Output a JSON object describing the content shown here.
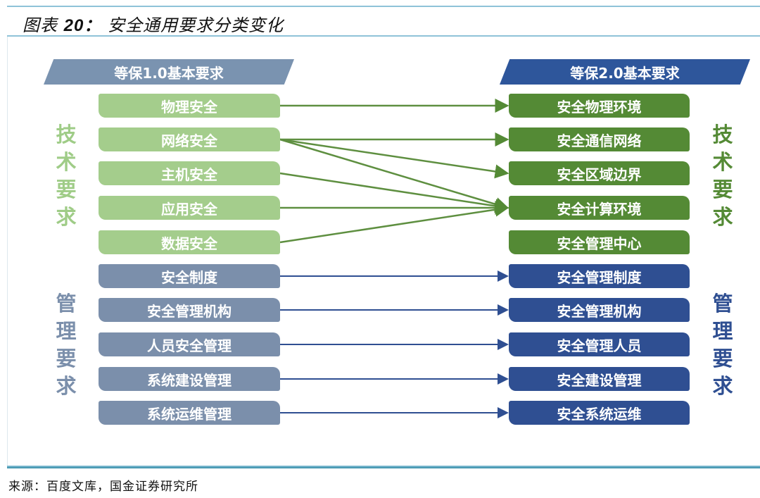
{
  "figure": {
    "title_prefix": "图表",
    "title_number": "20：",
    "title_text": "安全通用要求分类变化",
    "source": "来源：百度文库，国金证券研究所"
  },
  "left": {
    "header": "等保1.0基本要求",
    "tech_label": [
      "技",
      "术",
      "要",
      "求"
    ],
    "mgmt_label": [
      "管",
      "理",
      "要",
      "求"
    ],
    "items": [
      "物理安全",
      "网络安全",
      "主机安全",
      "应用安全",
      "数据安全",
      "安全制度",
      "安全管理机构",
      "人员安全管理",
      "系统建设管理",
      "系统运维管理"
    ]
  },
  "right": {
    "header": "等保2.0基本要求",
    "tech_label": [
      "技",
      "术",
      "要",
      "求"
    ],
    "mgmt_label": [
      "管",
      "理",
      "要",
      "求"
    ],
    "items": [
      "安全物理环境",
      "安全通信网络",
      "安全区域边界",
      "安全计算环境",
      "安全管理中心",
      "安全管理制度",
      "安全管理机构",
      "安全管理人员",
      "安全建设管理",
      "安全系统运维"
    ]
  },
  "mappings": [
    {
      "from": "物理安全",
      "to": "安全物理环境"
    },
    {
      "from": "网络安全",
      "to": "安全通信网络"
    },
    {
      "from": "网络安全",
      "to": "安全区域边界"
    },
    {
      "from": "网络安全",
      "to": "安全计算环境"
    },
    {
      "from": "主机安全",
      "to": "安全计算环境"
    },
    {
      "from": "应用安全",
      "to": "安全计算环境"
    },
    {
      "from": "数据安全",
      "to": "安全计算环境"
    },
    {
      "from": "安全制度",
      "to": "安全管理制度"
    },
    {
      "from": "安全管理机构",
      "to": "安全管理机构"
    },
    {
      "from": "人员安全管理",
      "to": "安全管理人员"
    },
    {
      "from": "系统建设管理",
      "to": "安全建设管理"
    },
    {
      "from": "系统运维管理",
      "to": "安全系统运维"
    }
  ],
  "colors": {
    "tech_left": "#a4cd8c",
    "tech_right": "#548a35",
    "mgmt_left": "#7b8fab",
    "mgmt_right": "#2f4f92",
    "rule": "#8fc3d8"
  }
}
